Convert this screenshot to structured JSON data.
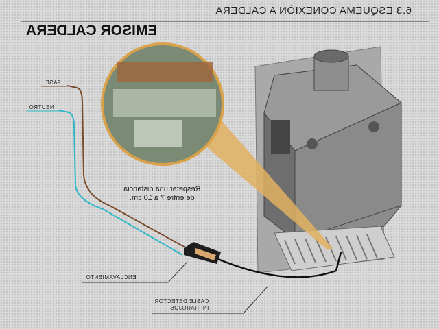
{
  "header": {
    "section": "6.3  ESQUEMA CONEXIÓN A CALDERA",
    "title": "EMISOR CALDERA"
  },
  "labels": {
    "phase": "FASE",
    "neutral": "NEUTRO",
    "distance_note_1": "Respetar una distancia",
    "distance_note_2": "de entre 7 a 10 cm.",
    "interlock": "ENCLAVAMIENTO",
    "cable_1": "CABLE DETECTOR",
    "cable_2": "INFRAROJOS"
  },
  "colors": {
    "phase_wire": "#7a4a2a",
    "neutral_wire": "#2fb7c8",
    "beam": "#e0b060",
    "boiler": "#8a8a8a"
  }
}
